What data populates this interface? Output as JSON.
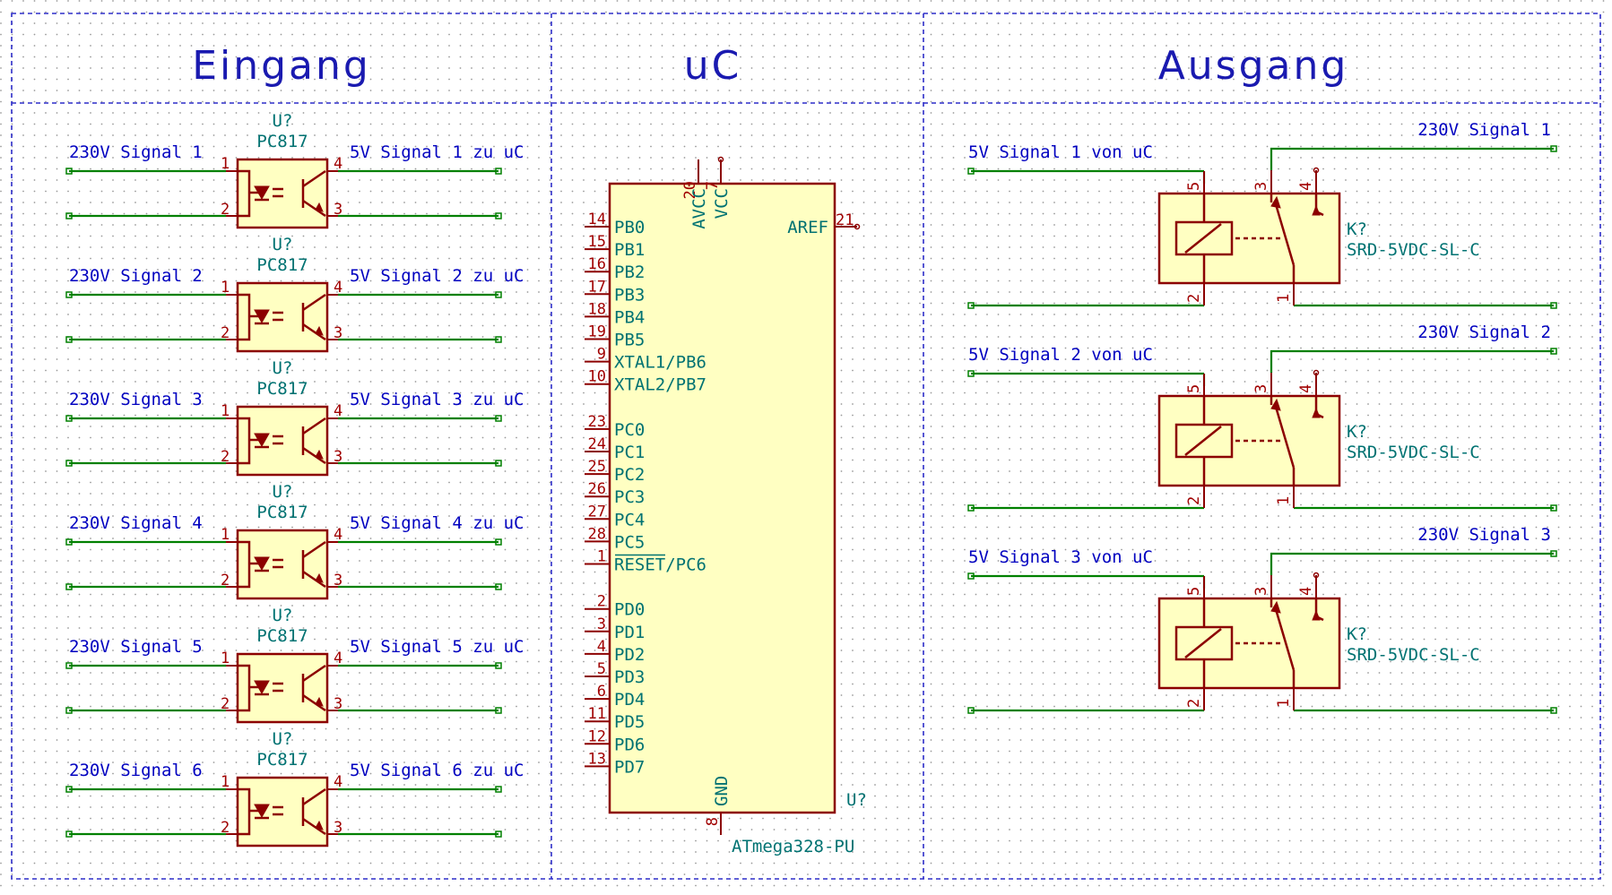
{
  "sections": {
    "input_title": "Eingang",
    "uc_title": "uC",
    "output_title": "Ausgang"
  },
  "optocouplers": [
    {
      "ref": "U?",
      "value": "PC817",
      "in_label": "230V Signal 1",
      "out_label": "5V Signal 1 zu uC"
    },
    {
      "ref": "U?",
      "value": "PC817",
      "in_label": "230V Signal 2",
      "out_label": "5V Signal 2 zu uC"
    },
    {
      "ref": "U?",
      "value": "PC817",
      "in_label": "230V Signal 3",
      "out_label": "5V Signal 3 zu uC"
    },
    {
      "ref": "U?",
      "value": "PC817",
      "in_label": "230V Signal 4",
      "out_label": "5V Signal 4 zu uC"
    },
    {
      "ref": "U?",
      "value": "PC817",
      "in_label": "230V Signal 5",
      "out_label": "5V Signal 5 zu uC"
    },
    {
      "ref": "U?",
      "value": "PC817",
      "in_label": "230V Signal 6",
      "out_label": "5V Signal 6 zu uC"
    }
  ],
  "opto_pins": [
    "1",
    "2",
    "3",
    "4"
  ],
  "mcu": {
    "ref": "U?",
    "value": "ATmega328-PU",
    "left_pins": [
      {
        "num": "14",
        "name": "PB0"
      },
      {
        "num": "15",
        "name": "PB1"
      },
      {
        "num": "16",
        "name": "PB2"
      },
      {
        "num": "17",
        "name": "PB3"
      },
      {
        "num": "18",
        "name": "PB4"
      },
      {
        "num": "19",
        "name": "PB5"
      },
      {
        "num": "9",
        "name": "XTAL1/PB6"
      },
      {
        "num": "10",
        "name": "XTAL2/PB7"
      },
      {
        "num": "",
        "name": ""
      },
      {
        "num": "23",
        "name": "PC0"
      },
      {
        "num": "24",
        "name": "PC1"
      },
      {
        "num": "25",
        "name": "PC2"
      },
      {
        "num": "26",
        "name": "PC3"
      },
      {
        "num": "27",
        "name": "PC4"
      },
      {
        "num": "28",
        "name": "PC5"
      },
      {
        "num": "1",
        "name": "RESET/PC6"
      },
      {
        "num": "",
        "name": ""
      },
      {
        "num": "2",
        "name": "PD0"
      },
      {
        "num": "3",
        "name": "PD1"
      },
      {
        "num": "4",
        "name": "PD2"
      },
      {
        "num": "5",
        "name": "PD3"
      },
      {
        "num": "6",
        "name": "PD4"
      },
      {
        "num": "11",
        "name": "PD5"
      },
      {
        "num": "12",
        "name": "PD6"
      },
      {
        "num": "13",
        "name": "PD7"
      }
    ],
    "top_pins": [
      {
        "num": "20",
        "name": "AVCC"
      },
      {
        "num": "7",
        "name": "VCC"
      }
    ],
    "right_pin": {
      "num": "21",
      "name": "AREF"
    },
    "bottom_pin": {
      "num": "8",
      "name": "GND"
    }
  },
  "relays": [
    {
      "ref": "K?",
      "value": "SRD-5VDC-SL-C",
      "in_label": "5V Signal 1 von uC",
      "out_label": "230V Signal 1"
    },
    {
      "ref": "K?",
      "value": "SRD-5VDC-SL-C",
      "in_label": "5V Signal 2 von uC",
      "out_label": "230V Signal 2"
    },
    {
      "ref": "K?",
      "value": "SRD-5VDC-SL-C",
      "in_label": "5V Signal 3 von uC",
      "out_label": "230V Signal 3"
    }
  ],
  "relay_pins": [
    "5",
    "3",
    "4",
    "2",
    "1"
  ],
  "colors": {
    "wire": "#008000",
    "symbol": "#8c0000",
    "fill": "#ffffc2",
    "net_label": "#0000c0",
    "ref_text": "#007272",
    "frame": "#2d2dc8"
  }
}
